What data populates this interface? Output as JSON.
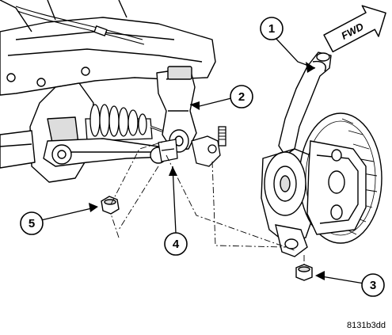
{
  "fwd_arrow": {
    "label": "FWD"
  },
  "callouts": [
    {
      "number": "1"
    },
    {
      "number": "2"
    },
    {
      "number": "3"
    },
    {
      "number": "4"
    },
    {
      "number": "5"
    }
  ],
  "figure_code": "8131b3dd"
}
